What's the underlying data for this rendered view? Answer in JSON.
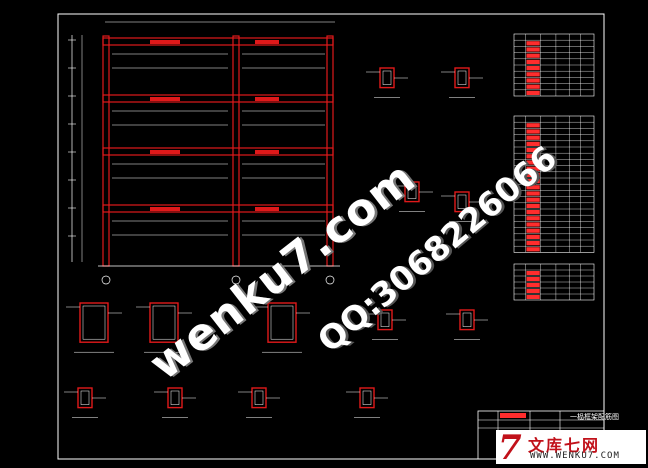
{
  "watermark": {
    "site": "wenku7.com",
    "qq": "QQ:3068226066"
  },
  "logo": {
    "cn": "文库七网",
    "en": "WWW.WENKU7.COM",
    "mark": "7"
  },
  "title_block": {
    "title": "一榀框架配筋图"
  },
  "colors": {
    "background": "#000000",
    "frame": "#e0191a",
    "lines": "#ffffff",
    "table_header": "#ff2d2d"
  },
  "icons": {
    "logo_mark": "wenku7-logo-icon"
  }
}
